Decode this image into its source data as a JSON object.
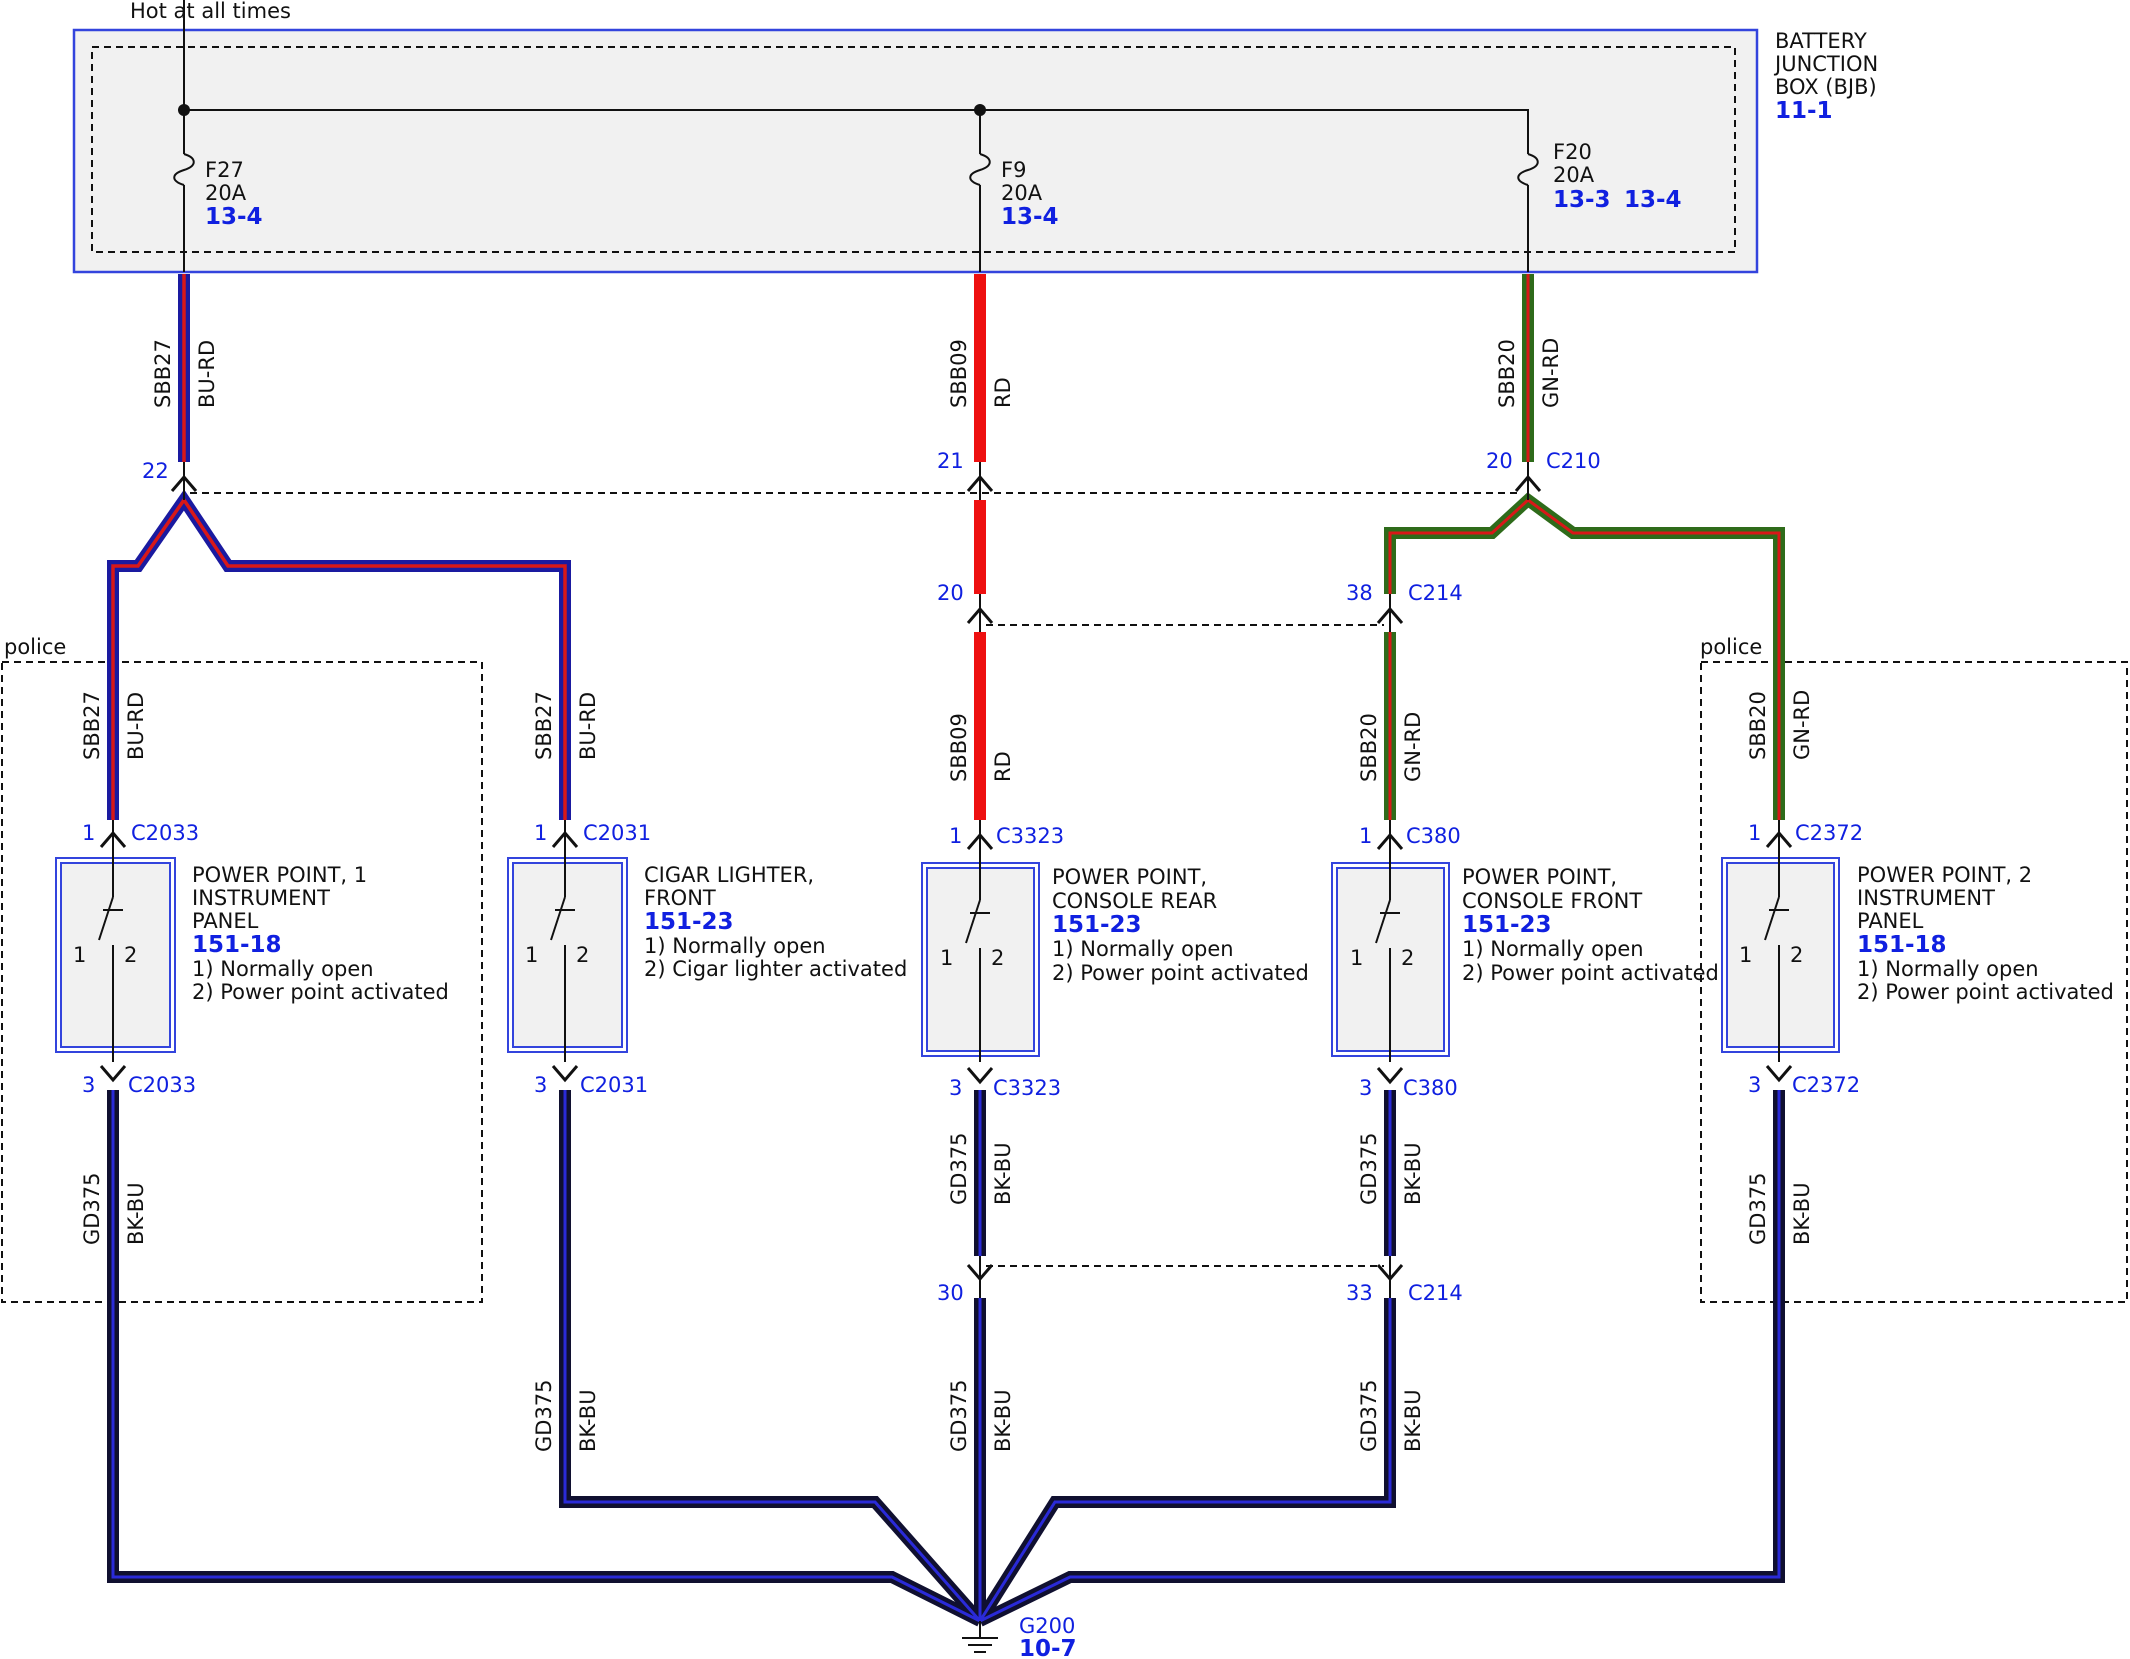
{
  "colors": {
    "wire_blue": "#1a1aa0",
    "wire_red_stripe": "#d81818",
    "wire_red": "#ee1010",
    "wire_green": "#2e6b1a",
    "wire_black": "#101030",
    "label_blue": "#1020e0",
    "box_blue": "#3344dd",
    "box_fill": "#f1f1f1"
  },
  "header": {
    "hot_label": "Hot at all times"
  },
  "bjb": {
    "name_lines": [
      "BATTERY",
      "JUNCTION",
      "BOX (BJB)"
    ],
    "ref": "11-1"
  },
  "fuses": [
    {
      "id": "F27",
      "rating": "20A",
      "refs": [
        "13-4"
      ]
    },
    {
      "id": "F9",
      "rating": "20A",
      "refs": [
        "13-4"
      ]
    },
    {
      "id": "F20",
      "rating": "20A",
      "refs": [
        "13-3",
        "13-4"
      ]
    }
  ],
  "circuits": {
    "sbb27": {
      "name": "SBB27",
      "color": "BU-RD"
    },
    "sbb09": {
      "name": "SBB09",
      "color": "RD"
    },
    "sbb20": {
      "name": "SBB20",
      "color": "GN-RD"
    },
    "gd375": {
      "name": "GD375",
      "color": "BK-BU"
    }
  },
  "inline": {
    "c210": {
      "connector": "C210",
      "pins": [
        "22",
        "21",
        "20"
      ]
    },
    "c214_top": {
      "connector": "C214",
      "pins": [
        "20",
        "38"
      ]
    },
    "c214_bottom": {
      "connector": "C214",
      "pins": [
        "30",
        "33"
      ]
    }
  },
  "option_label": "police",
  "components": [
    {
      "key": "pp1",
      "connector": "C2033",
      "pin_in": "1",
      "pin_out": "3",
      "name_lines": [
        "POWER POINT, 1",
        "INSTRUMENT",
        "PANEL"
      ],
      "ref": "151-18",
      "notes": [
        "1) Normally open",
        "2) Power point activated"
      ]
    },
    {
      "key": "cig",
      "connector": "C2031",
      "pin_in": "1",
      "pin_out": "3",
      "name_lines": [
        "CIGAR LIGHTER,",
        "FRONT"
      ],
      "ref": "151-23",
      "notes": [
        "1) Normally open",
        "2) Cigar lighter activated"
      ]
    },
    {
      "key": "ppr",
      "connector": "C3323",
      "pin_in": "1",
      "pin_out": "3",
      "name_lines": [
        "POWER POINT,",
        "CONSOLE REAR"
      ],
      "ref": "151-23",
      "notes": [
        "1) Normally open",
        "2) Power point activated"
      ]
    },
    {
      "key": "ppf",
      "connector": "C380",
      "pin_in": "1",
      "pin_out": "3",
      "name_lines": [
        "POWER POINT,",
        "CONSOLE FRONT"
      ],
      "ref": "151-23",
      "notes": [
        "1) Normally open",
        "2) Power point activated"
      ]
    },
    {
      "key": "pp2",
      "connector": "C2372",
      "pin_in": "1",
      "pin_out": "3",
      "name_lines": [
        "POWER POINT, 2",
        "INSTRUMENT",
        "PANEL"
      ],
      "ref": "151-18",
      "notes": [
        "1) Normally open",
        "2) Power point activated"
      ]
    }
  ],
  "switch_pins": [
    "1",
    "2"
  ],
  "ground": {
    "id": "G200",
    "ref": "10-7"
  }
}
